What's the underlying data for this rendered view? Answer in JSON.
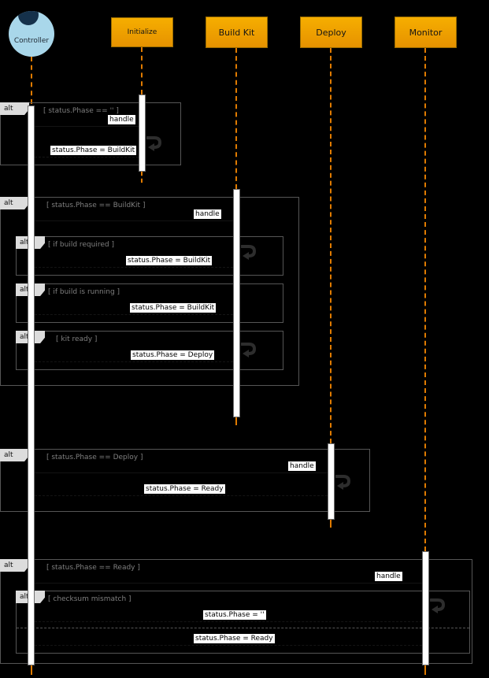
{
  "colors": {
    "background": "#000000",
    "participant_fill": "#f0a30a",
    "participant_border": "#9a6c00",
    "lifeline": "#e07b00",
    "activation_fill": "#ffffff",
    "fragment_border": "#565656",
    "fragment_tab_fill": "#dcdcdc",
    "guard_text": "#7f7f7f",
    "message_label_bg": "#ffffff",
    "message_label_text": "#000000",
    "actor_fill": "#a9d7ea",
    "actor_accent": "#15314b",
    "self_loop": "#2d2d2d"
  },
  "actor": {
    "name": "Controller"
  },
  "participants": [
    {
      "name": "Initialize"
    },
    {
      "name": "Build Kit"
    },
    {
      "name": "Deploy"
    },
    {
      "name": "Monitor"
    }
  ],
  "fragments": [
    {
      "operator": "alt",
      "guard": "[ status.Phase == '' ]"
    },
    {
      "operator": "alt",
      "guard": "[ status.Phase == BuildKit ]"
    },
    {
      "operator": "alt",
      "guard": "[ if build required ]"
    },
    {
      "operator": "alt",
      "guard": "[ if build is running ]"
    },
    {
      "operator": "alt",
      "guard": "[ kit ready ]"
    },
    {
      "operator": "alt",
      "guard": "[ status.Phase == Deploy ]"
    },
    {
      "operator": "alt",
      "guard": "[ status.Phase == Ready ]"
    },
    {
      "operator": "alt",
      "guard": "[ checksum mismatch ]"
    }
  ],
  "messages": [
    {
      "label": "handle"
    },
    {
      "label": "status.Phase = BuildKit"
    },
    {
      "label": "handle"
    },
    {
      "label": "status.Phase = BuildKit"
    },
    {
      "label": "status.Phase = BuildKit"
    },
    {
      "label": "status.Phase = Deploy"
    },
    {
      "label": "handle"
    },
    {
      "label": "status.Phase = Ready"
    },
    {
      "label": "handle"
    },
    {
      "label": "status.Phase = ''"
    },
    {
      "label": "status.Phase = Ready"
    }
  ]
}
